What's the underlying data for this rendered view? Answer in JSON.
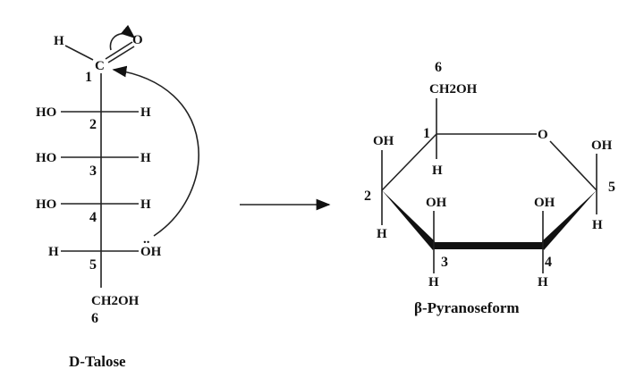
{
  "left": {
    "title": "D-Talose",
    "aldehyde": {
      "h": "H",
      "c": "C",
      "o": "O",
      "num": "1"
    },
    "rows": [
      {
        "left": "HO",
        "right": "H",
        "num": "2"
      },
      {
        "left": "HO",
        "right": "H",
        "num": "3"
      },
      {
        "left": "HO",
        "right": "H",
        "num": "4"
      },
      {
        "left": "H",
        "right": "OH",
        "num": "5",
        "lone_pair": ".."
      }
    ],
    "bottom": {
      "group": "CH2OH",
      "num": "6"
    }
  },
  "right": {
    "title": "β-Pyranoseform",
    "c6_num": "6",
    "c6_group": "CH2OH",
    "ring_o": "O",
    "c1": {
      "num": "1",
      "h": "H"
    },
    "c2": {
      "num": "2",
      "oh": "OH",
      "h": "H"
    },
    "c3": {
      "num": "3",
      "oh": "OH",
      "h": "H"
    },
    "c4": {
      "num": "4",
      "oh": "OH",
      "h": "H"
    },
    "c5": {
      "num": "5",
      "oh": "OH",
      "h": "H"
    }
  }
}
